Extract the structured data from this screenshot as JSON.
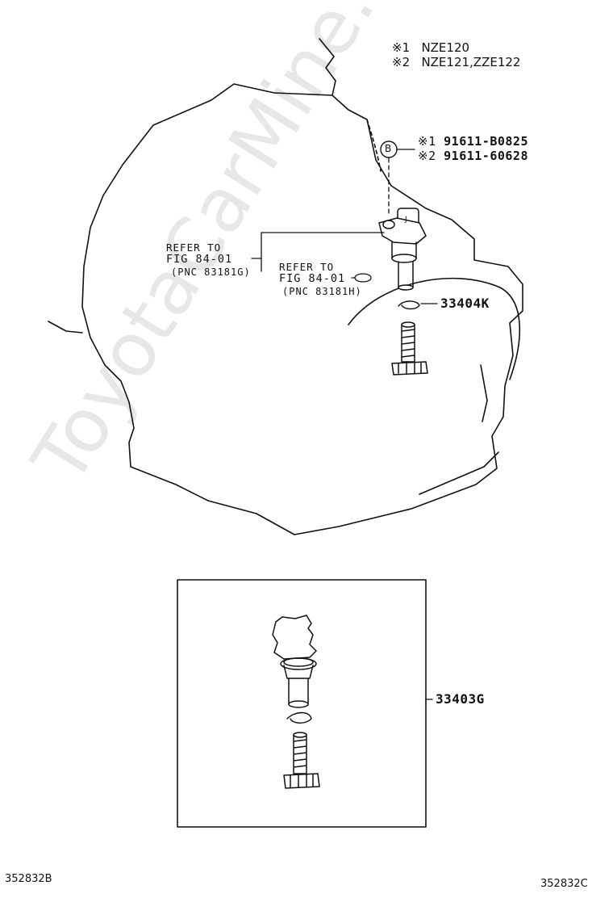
{
  "legend": [
    {
      "mark": "※1",
      "models": "NZE120"
    },
    {
      "mark": "※2",
      "models": "NZE121,ZZE122"
    }
  ],
  "bolt": {
    "callout": "B",
    "parts": [
      {
        "mark": "※1",
        "number": "91611-B0825"
      },
      {
        "mark": "※2",
        "number": "91611-60628"
      }
    ]
  },
  "refer_upper": {
    "line1": "REFER TO",
    "line2": "FIG 84-01",
    "line3": "(PNC 83181G)"
  },
  "refer_lower": {
    "line1": "REFER TO",
    "line2": "FIG 84-01",
    "line3": "(PNC 83181H)"
  },
  "part_clip": "33404K",
  "part_assembly": "33403G",
  "footer_left": "352832B",
  "footer_right": "352832C",
  "watermark": "ToyotaCarMine.ru"
}
